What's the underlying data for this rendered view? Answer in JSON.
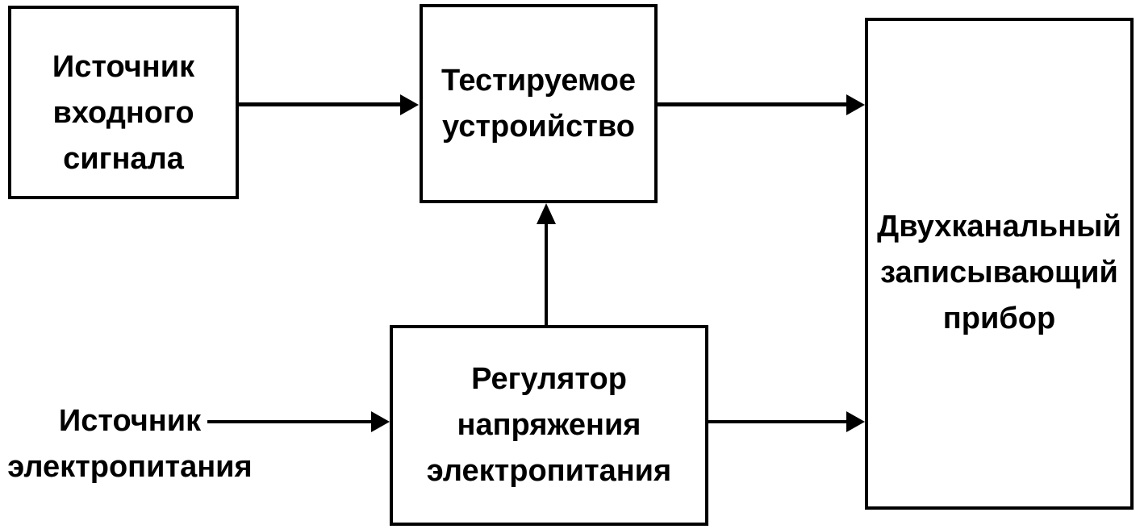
{
  "diagram": {
    "background_color": "#ffffff",
    "line_color": "#000000",
    "nodes": {
      "input_source": {
        "label": "Источник\nвходного\nсигнала"
      },
      "device_under_test": {
        "label": "Тестируемое\nустроийство"
      },
      "recorder": {
        "label": "Двухканальный\nзаписывающий\nприбор"
      },
      "voltage_regulator": {
        "label": "Регулятор\nнапряжения\nэлектропитания"
      },
      "power_source": {
        "label": "Источник\nэлектропитания"
      }
    },
    "edges": [
      {
        "from": "input_source",
        "to": "device_under_test",
        "direction": "right"
      },
      {
        "from": "device_under_test",
        "to": "recorder",
        "direction": "right"
      },
      {
        "from": "voltage_regulator",
        "to": "device_under_test",
        "direction": "up"
      },
      {
        "from": "power_source",
        "to": "voltage_regulator",
        "direction": "right"
      },
      {
        "from": "voltage_regulator",
        "to": "recorder",
        "direction": "right"
      }
    ]
  }
}
